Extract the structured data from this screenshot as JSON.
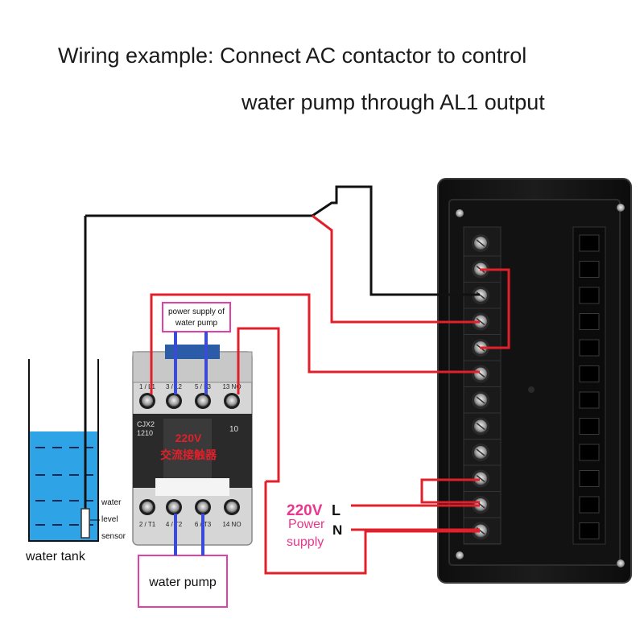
{
  "title": {
    "line1": "Wiring example: Connect AC contactor to control",
    "line2": "water pump through AL1 output"
  },
  "tank": {
    "label": "water tank",
    "sensor_label_lines": [
      "water",
      "level",
      "sensor"
    ]
  },
  "contactor": {
    "top_terminals": [
      "1 / L1",
      "3 / L2",
      "5 / L3",
      "13 NO"
    ],
    "bottom_terminals": [
      "2 / T1",
      "4 / T2",
      "6 / T3",
      "14 NO"
    ],
    "model_lines": [
      "CJX2",
      "1210"
    ],
    "rating": "10",
    "voltage_label": "220V",
    "type_label": "交流接触器"
  },
  "supply_box": {
    "lines": [
      "power supply of",
      "water pump"
    ]
  },
  "pump_box": {
    "label": "water pump"
  },
  "power": {
    "voltage": "220V",
    "line_label": "L",
    "neutral_label": "N",
    "caption_lines": [
      "Power",
      "supply"
    ]
  },
  "colors": {
    "wire_red": "#e0202a",
    "wire_black": "#111111",
    "wire_blue": "#3b4bd6",
    "accent_pink": "#e8378d",
    "box_border": "#e040a8",
    "water": "#2ea3e6",
    "controller_body": "#141414",
    "contactor_body": "#d9d9d9"
  },
  "icons": {
    "terminal": "screw-terminal-icon",
    "mount": "mounting-screw-icon"
  }
}
